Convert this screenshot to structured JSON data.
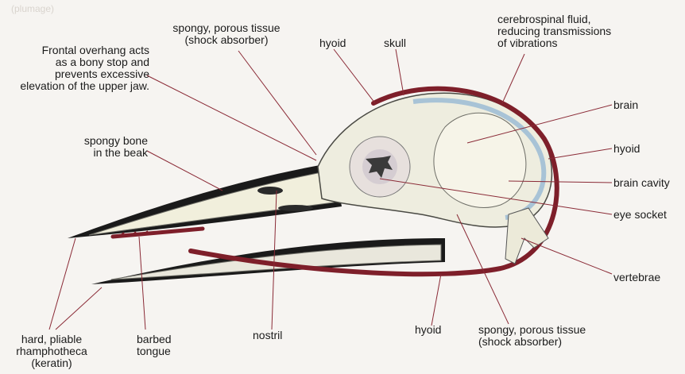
{
  "labels": {
    "frontal_overhang": "Frontal overhang acts\nas a bony stop and\nprevents excessive\nelevation of the upper jaw.",
    "spongy_tissue_top": "spongy, porous tissue\n(shock absorber)",
    "hyoid_top": "hyoid",
    "skull": "skull",
    "cerebrospinal_fluid": "cerebrospinal fluid,\nreducing transmissions\nof vibrations",
    "brain": "brain",
    "hyoid_right": "hyoid",
    "brain_cavity": "brain cavity",
    "eye_socket": "eye socket",
    "vertebrae": "vertebrae",
    "spongy_bone": "spongy bone\nin the beak",
    "rhamphotheca": "hard, pliable\nrhamphotheca\n(keratin)",
    "barbed_tongue": "barbed\ntongue",
    "nostril": "nostril",
    "hyoid_bottom": "hyoid",
    "spongy_tissue_bottom": "spongy, porous tissue\n(shock absorber)"
  },
  "colors": {
    "hyoid_red": "#7e1f2a",
    "keratin_black": "#1a1a1a",
    "leader": "#8a2a36",
    "bone": "#f1efdc",
    "fluid_blue": "#a8c3d6"
  }
}
